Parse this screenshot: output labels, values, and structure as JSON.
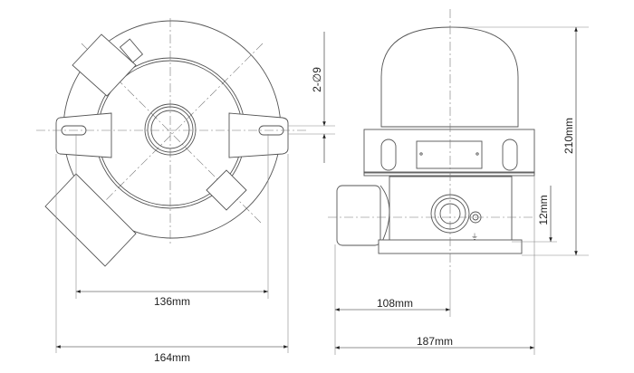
{
  "drawing": {
    "top_view": {
      "dimensions": {
        "inner_mount": "136mm",
        "overall_width": "164mm"
      }
    },
    "side_view": {
      "dimensions": {
        "mount_holes": "2-∅9",
        "height": "210mm",
        "base_offset": "12mm",
        "center_offset": "108mm",
        "overall_length": "187mm"
      }
    },
    "colors": {
      "line": "#555555",
      "text": "#222222"
    }
  }
}
